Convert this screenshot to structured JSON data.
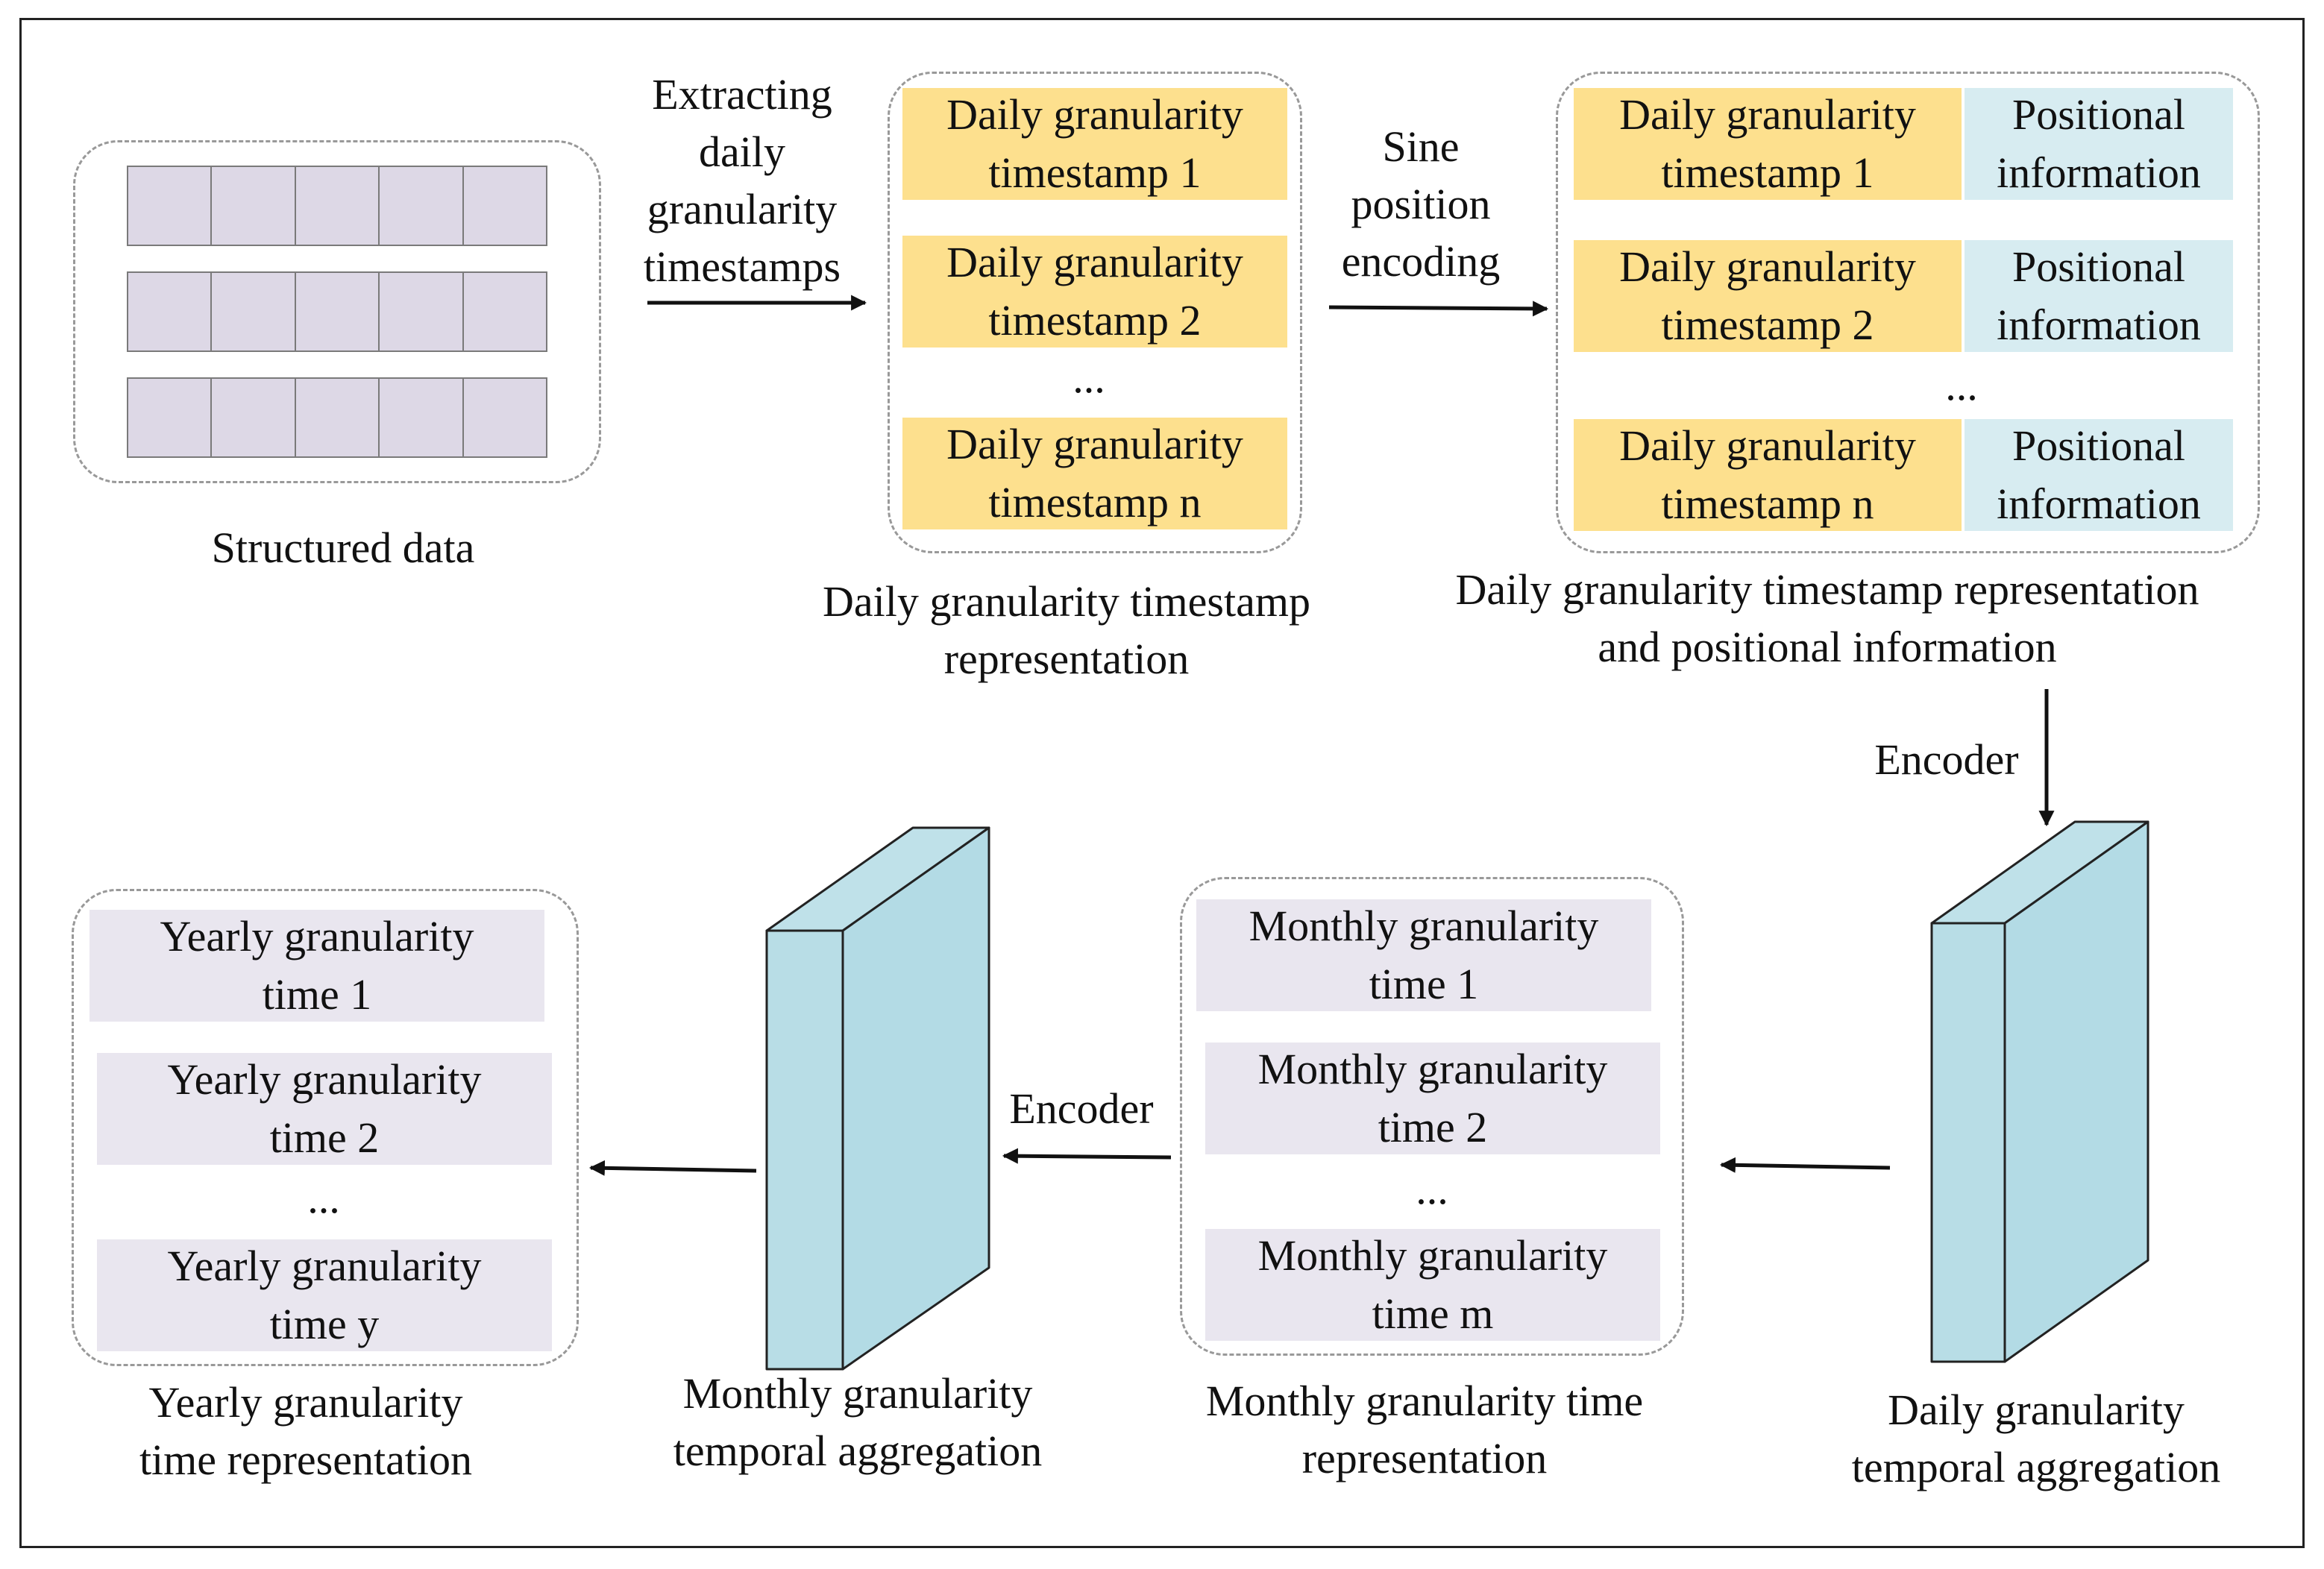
{
  "structured": {
    "caption": "Structured data",
    "rows": [
      [
        "",
        "",
        "",
        "",
        ""
      ],
      [
        "",
        "",
        "",
        "",
        ""
      ],
      [
        "",
        "",
        "",
        "",
        ""
      ]
    ]
  },
  "arrow1_label": "Extracting\ndaily\ngranularity\ntimestamps",
  "daily_rep": {
    "items": [
      "Daily granularity\ntimestamp 1",
      "Daily granularity\ntimestamp 2",
      "Daily granularity\ntimestamp n"
    ],
    "ellipsis": "...",
    "caption": "Daily granularity timestamp\nrepresentation"
  },
  "arrow2_label": "Sine\nposition\nencoding",
  "daily_pos": {
    "items": [
      "Daily granularity\ntimestamp 1",
      "Daily granularity\ntimestamp 2",
      "Daily granularity\ntimestamp n"
    ],
    "pos": [
      "Positional\ninformation",
      "Positional\ninformation",
      "Positional\ninformation"
    ],
    "ellipsis": "...",
    "caption": "Daily granularity timestamp representation\nand positional information"
  },
  "encoder1_label": "Encoder",
  "daily_agg_caption": "Daily granularity\ntemporal aggregation",
  "monthly_rep": {
    "items": [
      "Monthly granularity\ntime 1",
      "Monthly granularity\ntime 2",
      "Monthly granularity\ntime m"
    ],
    "ellipsis": "...",
    "caption": "Monthly granularity time\nrepresentation"
  },
  "encoder2_label": "Encoder",
  "monthly_agg_caption": "Monthly granularity\ntemporal aggregation",
  "yearly_rep": {
    "items": [
      "Yearly granularity\ntime 1",
      "Yearly granularity\ntime 2",
      "Yearly granularity\ntime y"
    ],
    "ellipsis": "...",
    "caption": "Yearly granularity\ntime representation"
  },
  "colors": {
    "daily_cell": "#fde08e",
    "positional_cell": "#d7ecf1",
    "grey_cell": "#e9e6ef",
    "block_face": "#b8dde6",
    "block_side": "#b3dbe5"
  }
}
